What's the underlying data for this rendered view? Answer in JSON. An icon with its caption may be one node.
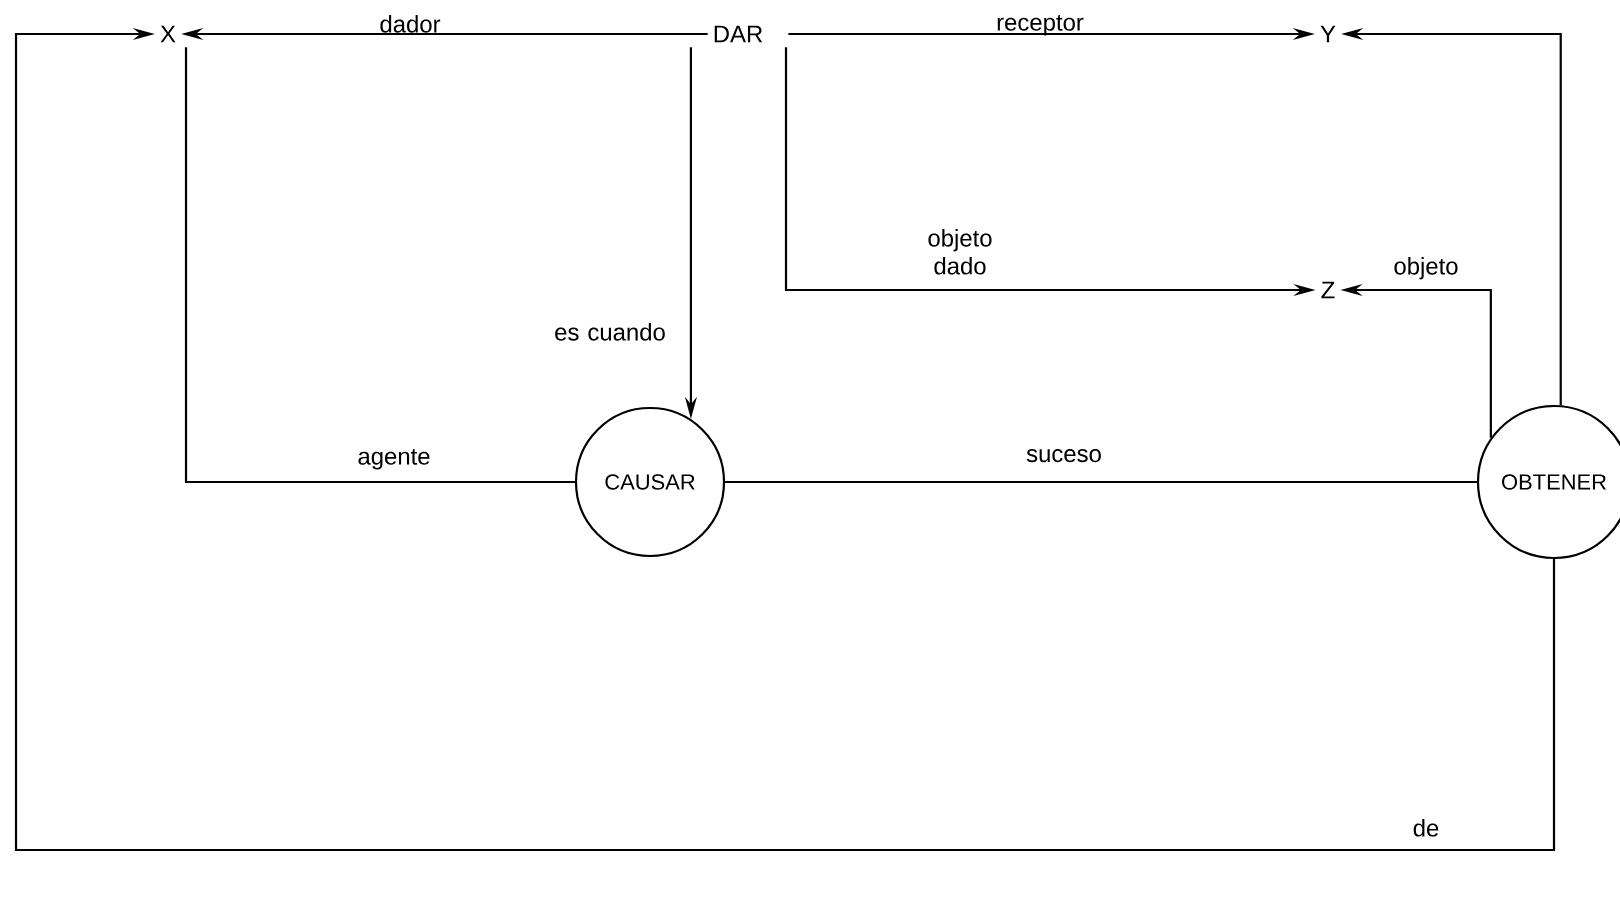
{
  "diagram": {
    "nodes": [
      {
        "text": [
          "X"
        ]
      },
      {
        "text": [
          "DAR"
        ]
      },
      {
        "text": [
          "Y"
        ]
      },
      {
        "text": [
          "Z"
        ]
      },
      {
        "text": [
          "CAUSAR"
        ]
      },
      {
        "text": [
          "OBTENER"
        ]
      }
    ],
    "edges": [
      {
        "from": 1,
        "to": 0,
        "arrow": "to",
        "label": "dador"
      },
      {
        "from": 1,
        "to": 2,
        "arrow": "to",
        "label": "receptor"
      },
      {
        "from": 1,
        "to": 4,
        "arrow": "to",
        "label": "es cuando"
      },
      {
        "from": 1,
        "to": 3,
        "arrow": "to",
        "label": "objeto dado"
      },
      {
        "from": 5,
        "to": 3,
        "arrow": "to",
        "label": "objeto"
      },
      {
        "from": 5,
        "to": 2,
        "arrow": "to"
      },
      {
        "from": 4,
        "to": 0,
        "arrow": "none",
        "label": "agente"
      },
      {
        "from": 4,
        "to": 5,
        "arrow": "none",
        "label": "suceso"
      },
      {
        "from": 5,
        "to": 0,
        "arrow": "to",
        "label": "de"
      }
    ]
  }
}
